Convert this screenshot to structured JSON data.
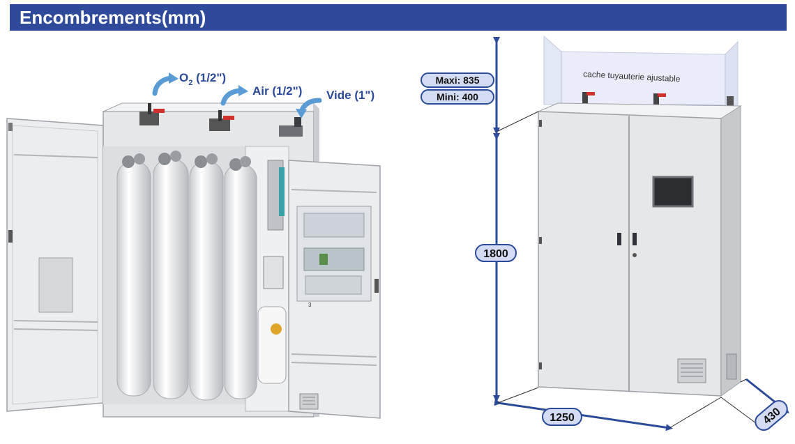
{
  "title": "Encombrements(mm)",
  "connections": {
    "o2_prefix": "O",
    "o2_sub": "2",
    "o2_suffix": " (1/2\")",
    "air": "Air (1/2\")",
    "vide": "Vide (1\")"
  },
  "panel_label": "3",
  "cover_label": "cache tuyauterie ajustable",
  "dimensions": {
    "maxi": "Maxi: 835",
    "mini": "Mini: 400",
    "height": "1800",
    "width": "1250",
    "depth": "430"
  },
  "colors": {
    "header_bg": "#2f4a9a",
    "dimension_line": "#2b4a9a",
    "badge_fill": "#d3dcf3",
    "arrow_blue": "#5b9bd5",
    "cabinet_light": "#e8eaec",
    "cylinder": "#f3f4f6",
    "valve_red": "#d0312d"
  }
}
